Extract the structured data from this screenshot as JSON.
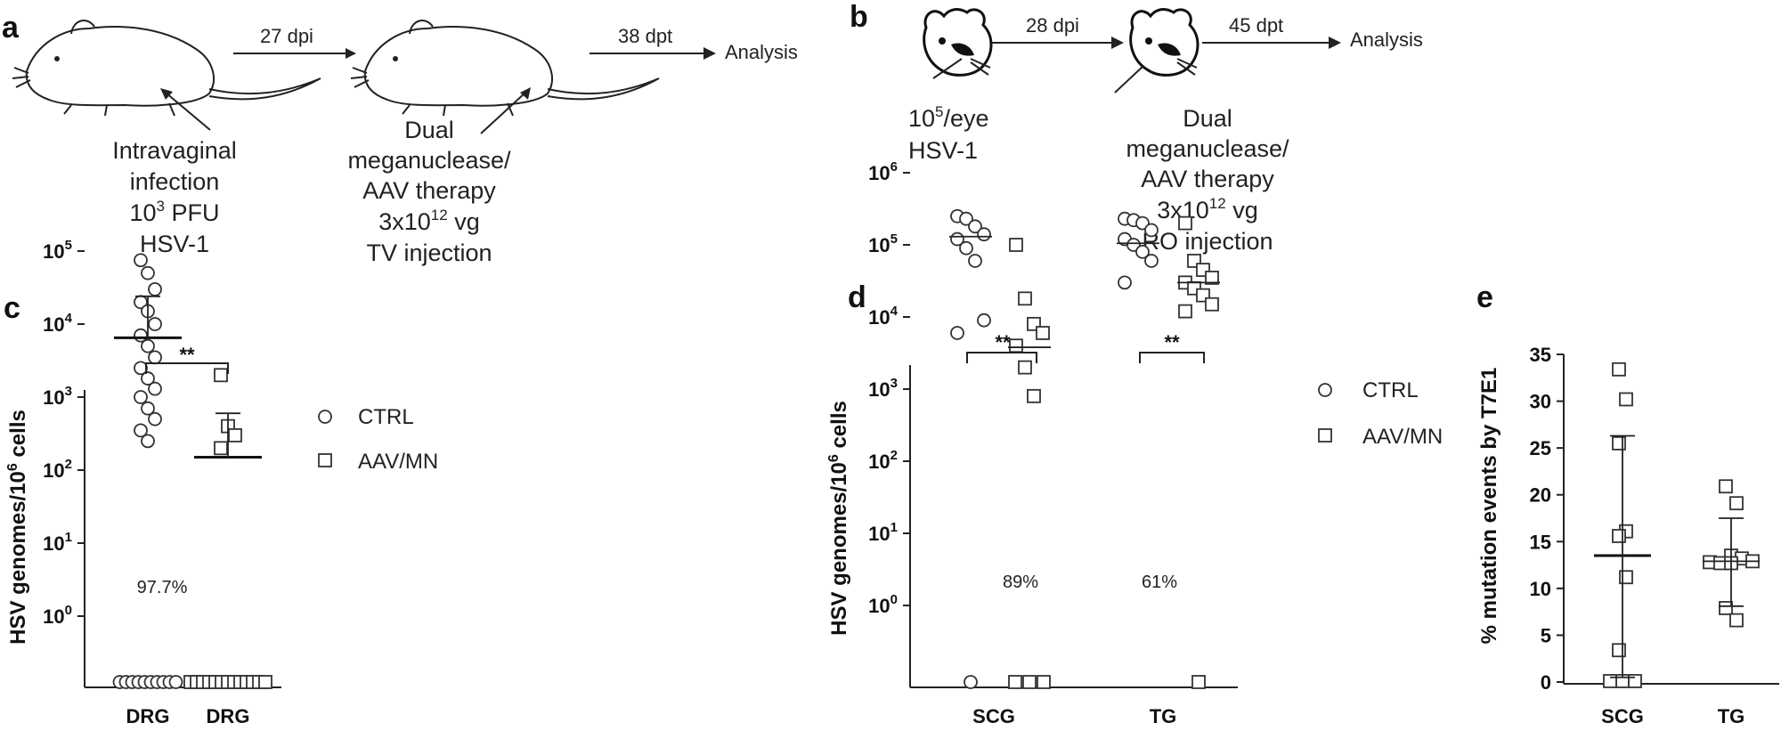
{
  "panels": {
    "a": {
      "letter": "a",
      "step1": "27 dpi",
      "step2": "38 dpt",
      "end": "Analysis",
      "note1": [
        "Intravaginal",
        "infection",
        "10",
        "3",
        " PFU",
        "HSV-1"
      ],
      "note2": [
        "Dual",
        "meganuclease/",
        "AAV therapy",
        "3x10",
        "12",
        " vg",
        "TV injection"
      ]
    },
    "b": {
      "letter": "b",
      "step1": "28 dpi",
      "step2": "45 dpt",
      "end": "Analysis",
      "note1": [
        "10",
        "5",
        "/eye",
        "HSV-1"
      ],
      "note2": [
        "Dual",
        "meganuclease/",
        "AAV therapy",
        "3x10",
        "12",
        " vg",
        "RO injection"
      ]
    },
    "c": {
      "letter": "c"
    },
    "d": {
      "letter": "d"
    },
    "e": {
      "letter": "e"
    }
  },
  "legend": {
    "ctrl": "CTRL",
    "aav": "AAV/MN"
  },
  "colors": {
    "ink": "#222222",
    "marker_fill": "#ffffff"
  },
  "chart_data": [
    {
      "id": "c",
      "type": "scatter",
      "ylabel": "HSV genomes/10^6 cells",
      "yscale": "log",
      "ytick_labels": [
        "10^0",
        "10^1",
        "10^2",
        "10^3",
        "10^4",
        "10^5"
      ],
      "categories": [
        "DRG",
        "DRG"
      ],
      "significance": "**",
      "annotation": "97.7%",
      "series": [
        {
          "name": "CTRL",
          "marker": "circle",
          "values": [
            75000,
            50000,
            30000,
            20000,
            15000,
            10000,
            7000,
            5000,
            3500,
            2500,
            1800,
            1300,
            1000,
            700,
            500,
            350,
            250,
            0,
            0,
            0,
            0,
            0,
            0,
            0,
            0,
            0,
            0
          ],
          "mean": 6500,
          "error_upper": 24000,
          "error_lower": null
        },
        {
          "name": "AAV/MN",
          "marker": "square",
          "values": [
            2000,
            400,
            300,
            200,
            0,
            0,
            0,
            0,
            0,
            0,
            0,
            0,
            0,
            0,
            0,
            0,
            0
          ],
          "mean": 150,
          "error_upper": 600,
          "error_lower": null
        }
      ]
    },
    {
      "id": "d",
      "type": "scatter",
      "ylabel": "HSV genomes/10^6 cells",
      "yscale": "log",
      "ytick_labels": [
        "10^0",
        "10^1",
        "10^2",
        "10^3",
        "10^4",
        "10^5",
        "10^6"
      ],
      "categories": [
        "SCG",
        "TG"
      ],
      "significance": [
        "**",
        "**"
      ],
      "annotations": [
        "89%",
        "61%"
      ],
      "series": [
        {
          "name": "CTRL",
          "group": "SCG",
          "marker": "circle",
          "values": [
            250000,
            230000,
            180000,
            140000,
            120000,
            90000,
            60000,
            9000,
            6000,
            0
          ],
          "mean": 130000
        },
        {
          "name": "AAV/MN",
          "group": "SCG",
          "marker": "square",
          "values": [
            100000,
            18000,
            8000,
            6000,
            4000,
            2000,
            800,
            0,
            0,
            0
          ],
          "mean": 3800
        },
        {
          "name": "CTRL",
          "group": "TG",
          "marker": "circle",
          "values": [
            230000,
            220000,
            200000,
            160000,
            120000,
            100000,
            80000,
            60000,
            30000
          ],
          "mean": 105000
        },
        {
          "name": "AAV/MN",
          "group": "TG",
          "marker": "square",
          "values": [
            200000,
            60000,
            45000,
            35000,
            30000,
            25000,
            20000,
            15000,
            12000,
            0
          ],
          "mean": 30000
        }
      ]
    },
    {
      "id": "e",
      "type": "scatter",
      "ylabel": "% mutation events by T7E1",
      "ylim": [
        0,
        35
      ],
      "yticks": [
        0,
        5,
        10,
        15,
        20,
        25,
        30,
        35
      ],
      "categories": [
        "SCG",
        "TG"
      ],
      "series": [
        {
          "name": "SCG",
          "marker": "square",
          "values": [
            33.4,
            30.2,
            25.5,
            16.1,
            15.6,
            11.2,
            3.4,
            0.1,
            0.1,
            0.1
          ],
          "mean": 13.5,
          "error_upper": 26.3,
          "error_lower": 0.5
        },
        {
          "name": "TG",
          "marker": "square",
          "values": [
            20.9,
            19.1,
            13.5,
            13.2,
            12.9,
            12.8,
            12.7,
            12.7,
            7.9,
            6.6
          ],
          "mean": 12.9,
          "error_upper": 17.5,
          "error_lower": 8.1
        }
      ]
    }
  ]
}
